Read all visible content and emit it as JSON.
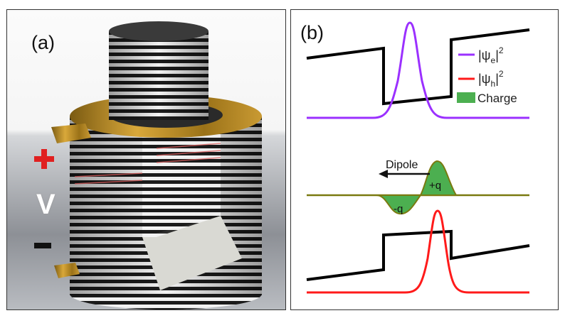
{
  "panel_a": {
    "label": "(a)",
    "voltage_label": "V",
    "plus_color": "#e02020",
    "minus_color": "#111111"
  },
  "panel_b": {
    "label": "(b)",
    "legend": {
      "electron_label_main": "|ψ",
      "electron_label_sub": "e",
      "electron_label_tail": "|",
      "electron_label_sup": "2",
      "hole_label_main": "|ψ",
      "hole_label_sub": "h",
      "hole_label_tail": "|",
      "hole_label_sup": "2",
      "charge_label": "Charge"
    },
    "dipole_label": "Dipole",
    "plus_q_label": "+q",
    "minus_q_label": "-q",
    "colors": {
      "electron": "#9b30ff",
      "hole": "#ff1a1a",
      "charge_fill": "#4caf50",
      "charge_edge": "#7a7a10",
      "band": "#000000"
    }
  }
}
